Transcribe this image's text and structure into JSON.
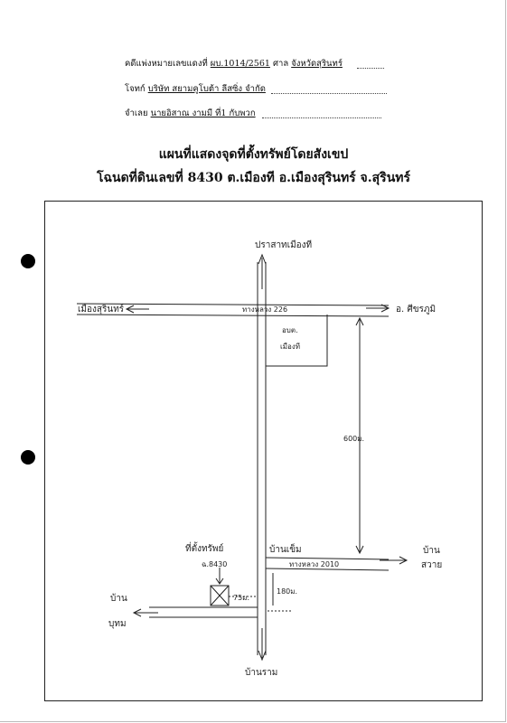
{
  "header": {
    "case_label": "คดีแพ่งหมายเลขแดงที่",
    "case_number": "ผบ.1014/2561",
    "court_label": "ศาล",
    "court_name": "จังหวัดสุรินทร์",
    "plaintiff_label": "โจทก์",
    "plaintiff_name": "บริษัท สยามคูโบต้า ลีสซิ่ง จำกัด",
    "defendant_label": "จำเลย",
    "defendant_name": "นายอิสาณ งามมี ที่1 กับพวก"
  },
  "title": {
    "line1": "แผนที่แสดงจุดที่ตั้งทรัพย์โดยสังเขป",
    "line2": "โฉนดที่ดินเลขที่ 8430 ต.เมืองที อ.เมืองสุรินทร์ จ.สุรินทร์"
  },
  "map": {
    "north": "ปราสาทเมืองที",
    "west_road": "เมืองสุรินทร์",
    "highway_226": "ทางหลวง 226",
    "east_road": "อ. ศีขรภูมิ",
    "office_line1": "อบต.",
    "office_line2": "เมืองที",
    "distance_long": "600ม.",
    "village_khem": "บ้านเข็ม",
    "highway_2010": "ทางหลวง 2010",
    "east2_line1": "บ้าน",
    "east2_line2": "สวาย",
    "property_label": "ที่ตั้งทรัพย์",
    "property_deed": "ฉ.8430",
    "dist_to_property": "75ม.",
    "dist_short": "180ม.",
    "west2_line1": "บ้าน",
    "west2_line2": "บุทม",
    "south": "บ้านราม"
  }
}
